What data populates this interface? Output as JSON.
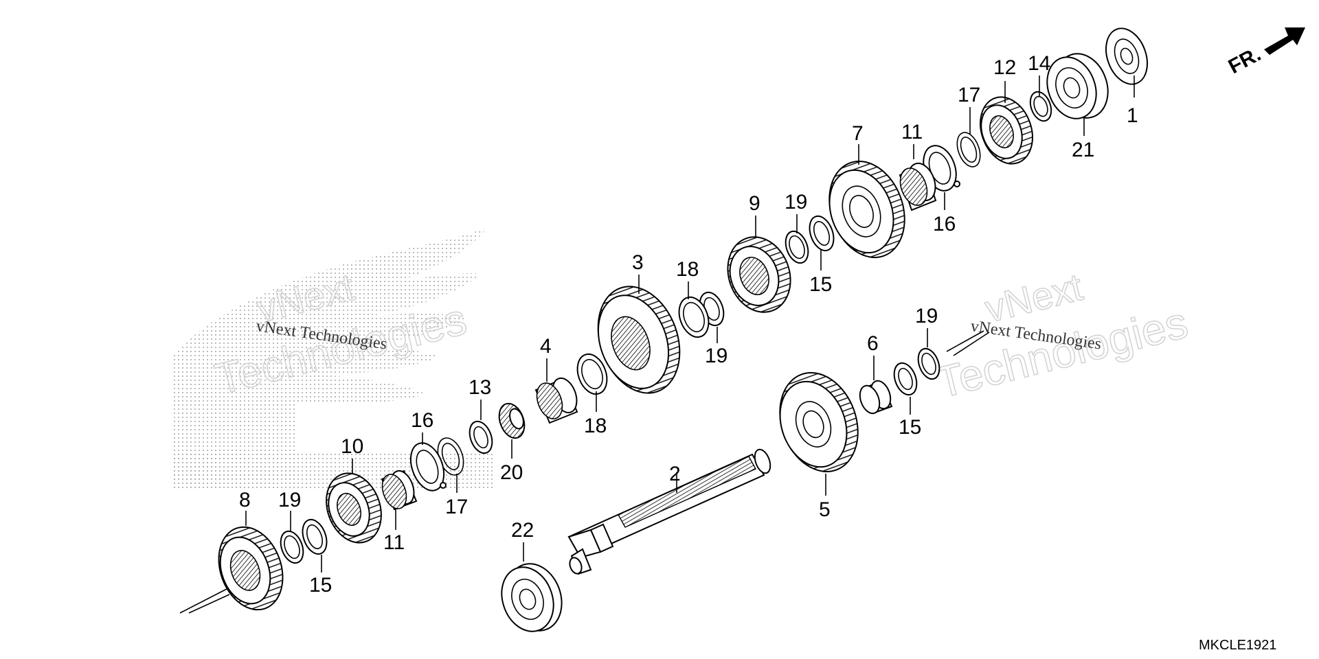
{
  "diagram": {
    "drawing_code": "MKCLE1921",
    "direction_label": "FR.",
    "watermark": {
      "line1": "vNext",
      "line2": "Technologies",
      "small": "vNext Technologies"
    },
    "callouts": [
      {
        "id": "c1",
        "label": "1"
      },
      {
        "id": "c2",
        "label": "2"
      },
      {
        "id": "c3",
        "label": "3"
      },
      {
        "id": "c4",
        "label": "4"
      },
      {
        "id": "c5",
        "label": "5"
      },
      {
        "id": "c6",
        "label": "6"
      },
      {
        "id": "c7",
        "label": "7"
      },
      {
        "id": "c8",
        "label": "8"
      },
      {
        "id": "c9",
        "label": "9"
      },
      {
        "id": "c10",
        "label": "10"
      },
      {
        "id": "c11a",
        "label": "11"
      },
      {
        "id": "c11b",
        "label": "11"
      },
      {
        "id": "c12",
        "label": "12"
      },
      {
        "id": "c13",
        "label": "13"
      },
      {
        "id": "c14",
        "label": "14"
      },
      {
        "id": "c15a",
        "label": "15"
      },
      {
        "id": "c15b",
        "label": "15"
      },
      {
        "id": "c15c",
        "label": "15"
      },
      {
        "id": "c16a",
        "label": "16"
      },
      {
        "id": "c16b",
        "label": "16"
      },
      {
        "id": "c17a",
        "label": "17"
      },
      {
        "id": "c17b",
        "label": "17"
      },
      {
        "id": "c18a",
        "label": "18"
      },
      {
        "id": "c18b",
        "label": "18"
      },
      {
        "id": "c19a",
        "label": "19"
      },
      {
        "id": "c19b",
        "label": "19"
      },
      {
        "id": "c19c",
        "label": "19"
      },
      {
        "id": "c19d",
        "label": "19"
      },
      {
        "id": "c20",
        "label": "20"
      },
      {
        "id": "c21",
        "label": "21"
      },
      {
        "id": "c22",
        "label": "22"
      }
    ]
  }
}
